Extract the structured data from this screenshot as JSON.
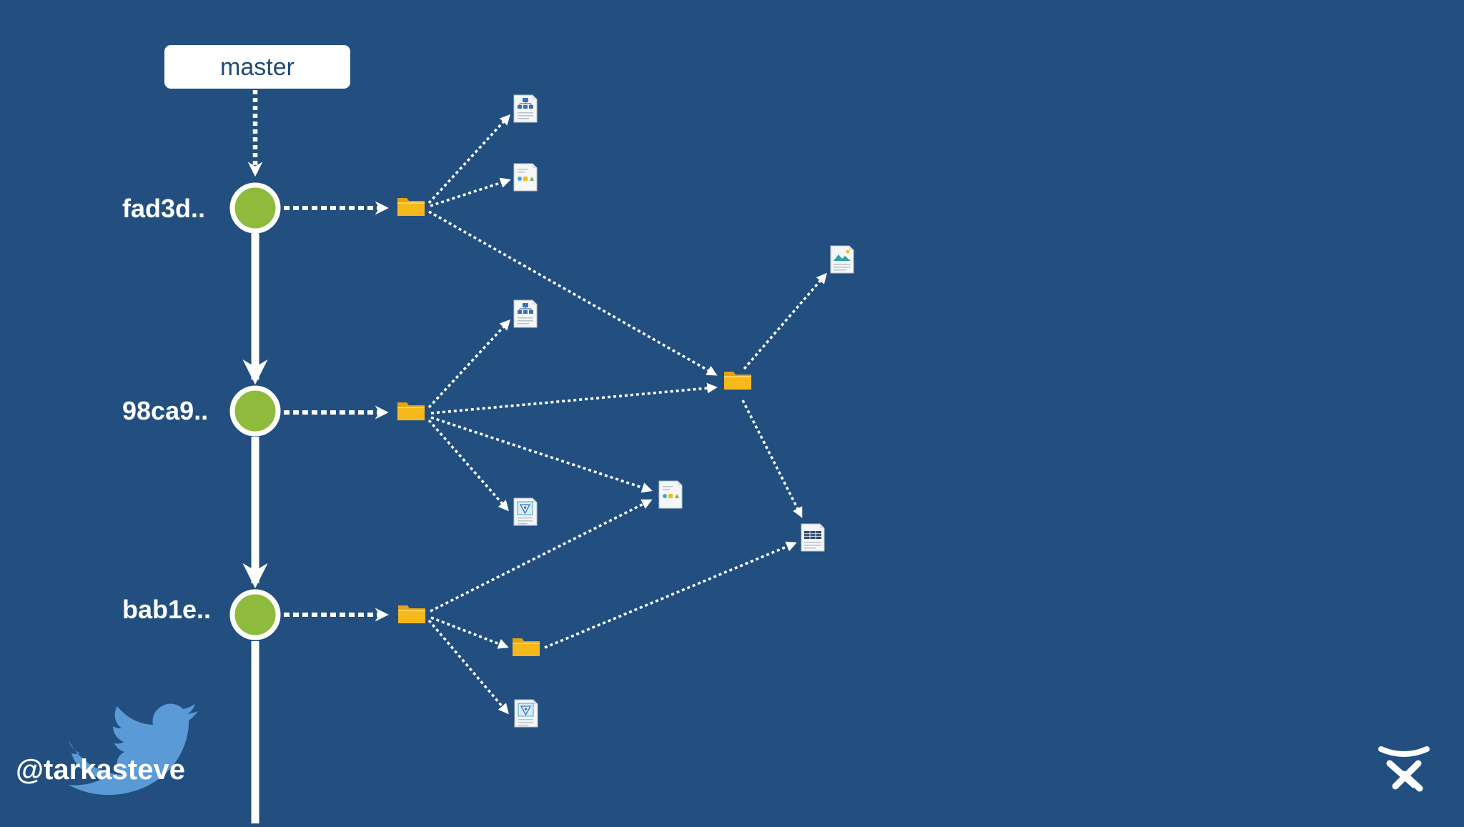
{
  "branch": {
    "label": "master"
  },
  "commits": [
    {
      "id": "c1",
      "label": "fad3d.."
    },
    {
      "id": "c2",
      "label": "98ca9.."
    },
    {
      "id": "c3",
      "label": "bab1e.."
    }
  ],
  "footer": {
    "handle": "@tarkasteve"
  },
  "colors": {
    "background": "#224f7f",
    "commit_fill": "#8fbb3c",
    "folder": "#f5b91c",
    "folder_tab": "#e8a20f",
    "line": "#ffffff",
    "branch_text": "#1e4a78",
    "twitter": "#5a9ad6"
  },
  "icons": {
    "tree": "folder-icon",
    "diagram_file": "diagram-document-icon",
    "shapes_file": "shapes-document-icon",
    "image_file": "image-document-icon",
    "table_file": "table-document-icon",
    "vector_file": "vector-document-icon",
    "logo": "atlassian-logo-icon",
    "bird": "twitter-bird-icon"
  }
}
